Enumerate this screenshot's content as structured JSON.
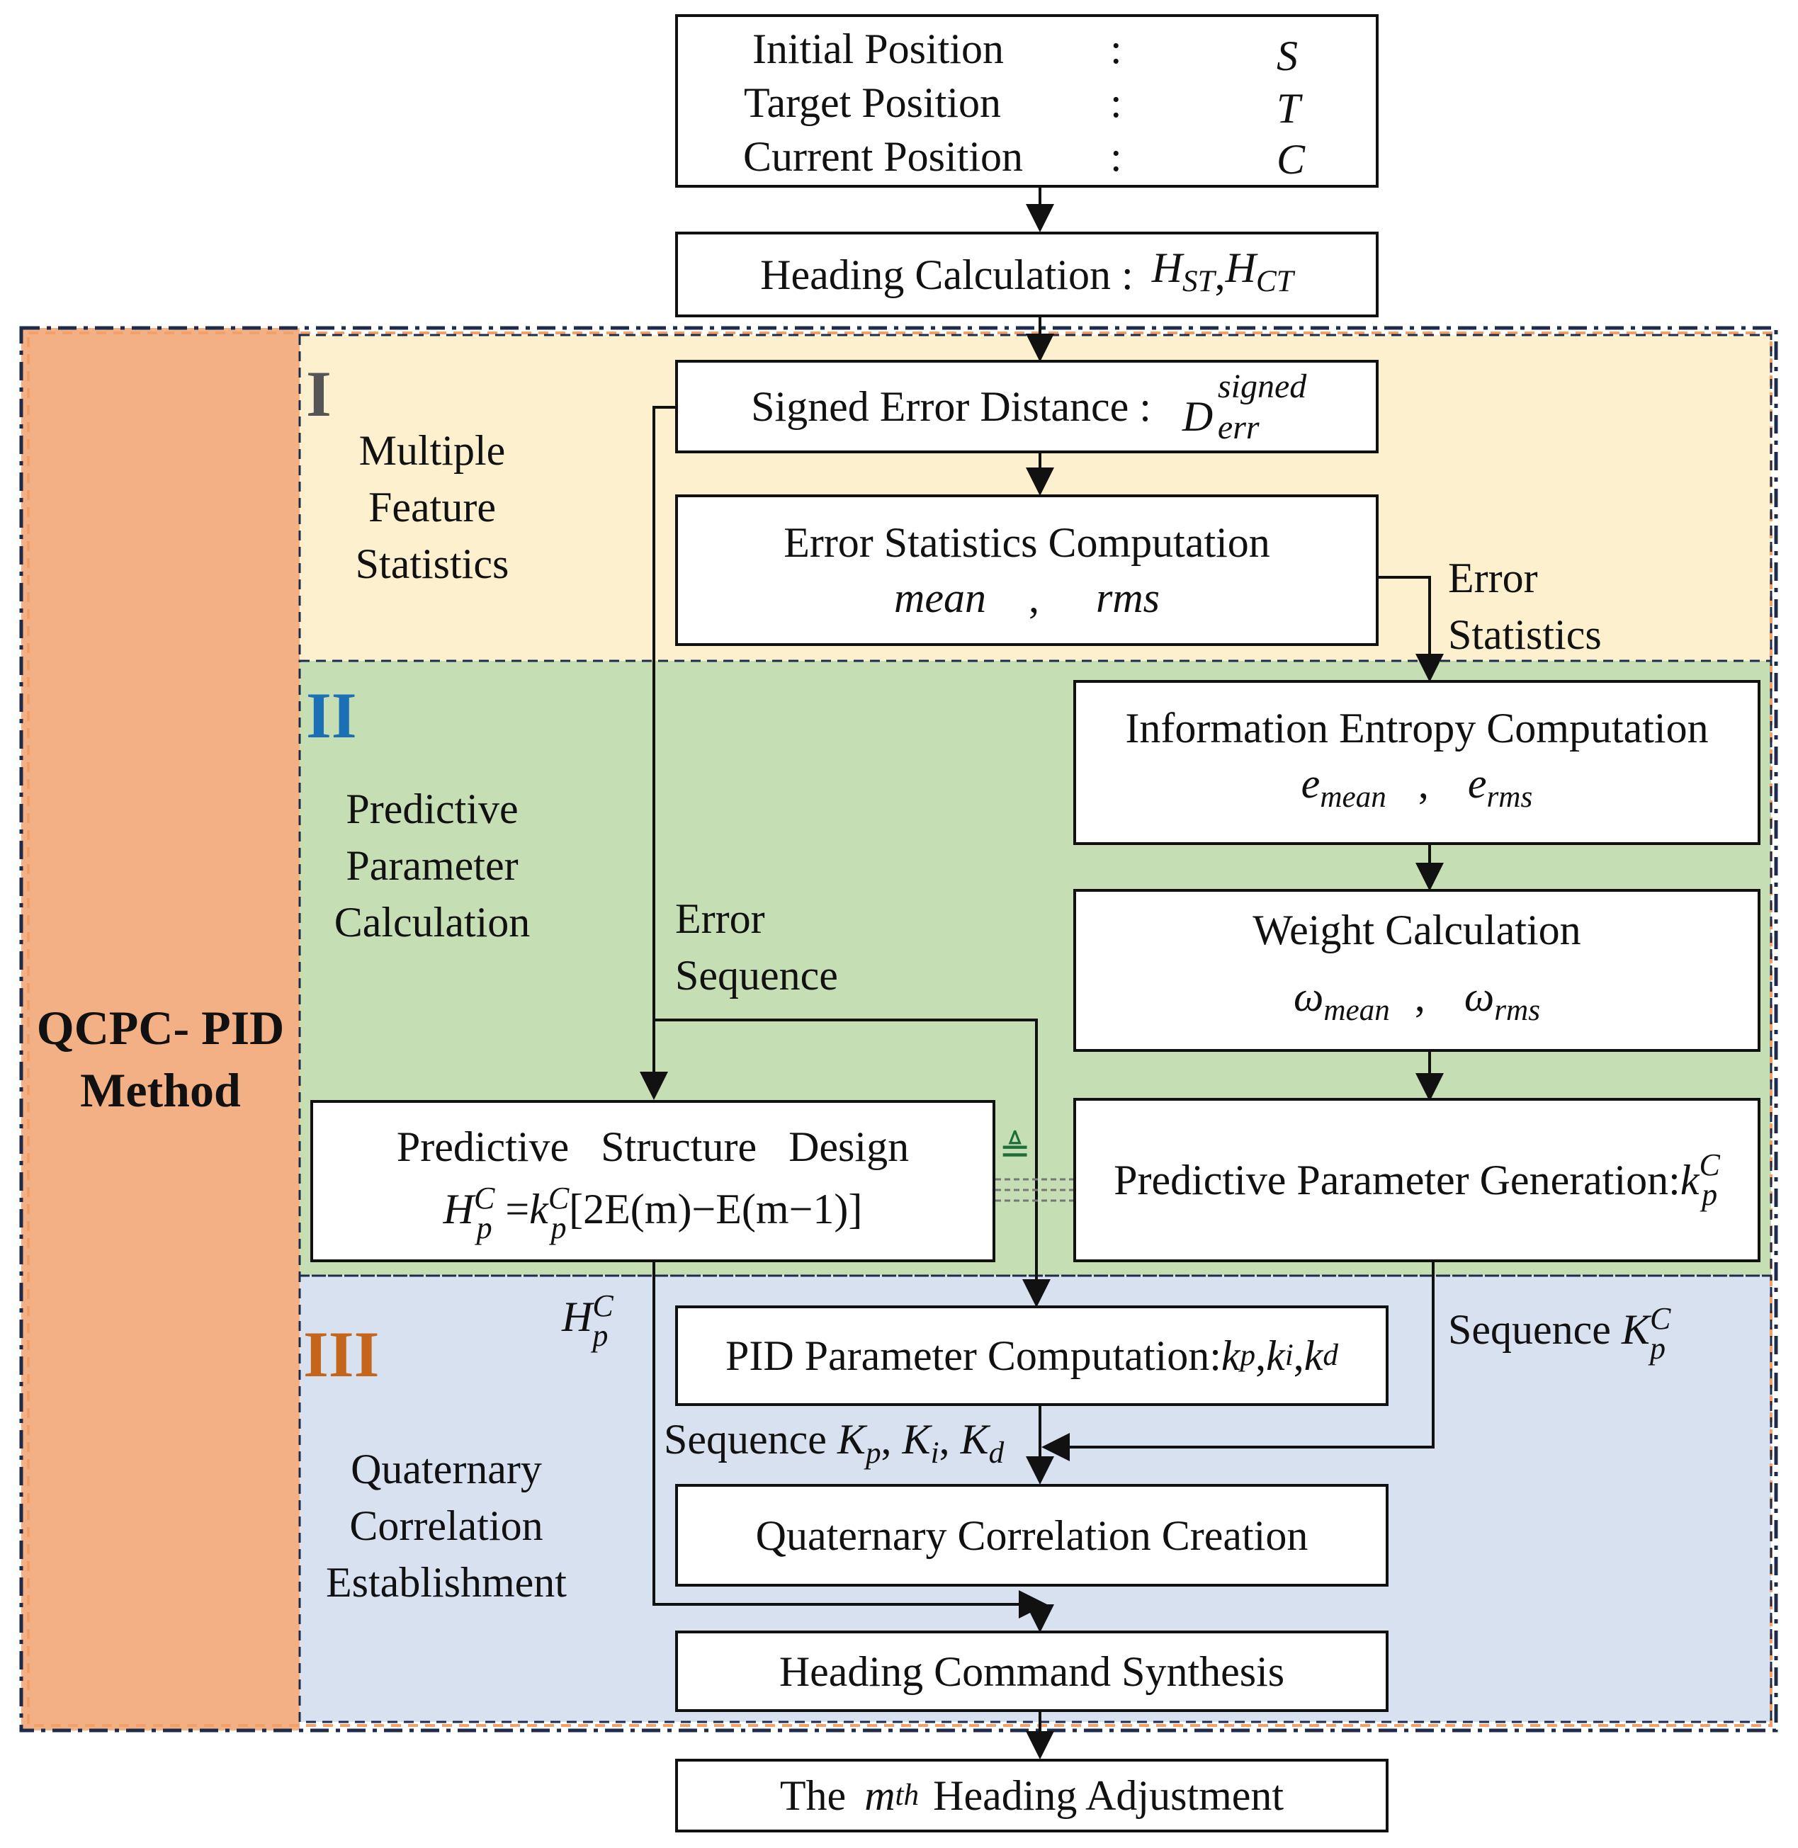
{
  "inputs": {
    "rows": [
      {
        "label": "Initial Position",
        "colon": ":",
        "symbol": "S"
      },
      {
        "label": "Target Position",
        "colon": ":",
        "symbol": "T"
      },
      {
        "label": "Current Position",
        "colon": ":",
        "symbol": "C"
      }
    ]
  },
  "heading_calc": {
    "label": "Heading Calculation :",
    "h1": "H",
    "h1_sub": "ST",
    "comma": ",",
    "h2": "H",
    "h2_sub": "CT"
  },
  "method": {
    "line1": "QCPC- PID",
    "line2": "Method"
  },
  "stage1": {
    "numeral": "I",
    "title": [
      "Multiple",
      "Feature",
      "Statistics"
    ],
    "signed_error": {
      "label": "Signed Error Distance :",
      "symbol": "D",
      "sup": "signed",
      "sub": "err"
    },
    "error_stats": {
      "title": "Error Statistics Computation",
      "mean": "mean",
      "sep": ",",
      "rms": "rms"
    },
    "error_stats_label": [
      "Error",
      "Statistics"
    ]
  },
  "stage2": {
    "numeral": "II",
    "title": [
      "Predictive",
      "Parameter",
      "Calculation"
    ],
    "error_sequence_label": [
      "Error",
      "Sequence"
    ],
    "entropy": {
      "title": "Information Entropy Computation",
      "e1": "e",
      "e1_sub": "mean",
      "sep": ",",
      "e2": "e",
      "e2_sub": "rms"
    },
    "weight": {
      "title": "Weight Calculation",
      "w1": "ω",
      "w1_sub": "mean",
      "sep": ",",
      "w2": "ω",
      "w2_sub": "rms"
    },
    "structure": {
      "title": "Predictive   Structure   Design",
      "lhs": "H",
      "lhs_sub": "p",
      "lhs_sup": "C",
      "eq": "=",
      "k": "k",
      "k_sub": "p",
      "k_sup": "C",
      "rhs": "[2E(m)−E(m−1)]"
    },
    "generation": {
      "label": "Predictive Parameter Generation:",
      "k": "k",
      "k_sub": "p",
      "k_sup": "C"
    },
    "connector_glyph": "≜"
  },
  "stage3": {
    "numeral": "III",
    "title": [
      "Quaternary",
      "Correlation",
      "Establishment"
    ],
    "hp_label": {
      "h": "H",
      "sub": "p",
      "sup": "C"
    },
    "pid": {
      "label": "PID Parameter Computation:",
      "k1": "k",
      "k1_sub": "p",
      "k2": "k",
      "k2_sub": "i",
      "k3": "k",
      "k3_sub": "d",
      "comma": ","
    },
    "seq_kp_label": {
      "text": "Sequence",
      "k": "K",
      "sub": "p",
      "sup": "C"
    },
    "seq_K_label": {
      "text": "Sequence",
      "k1": "K",
      "k1_sub": "p",
      "k2": "K",
      "k2_sub": "i",
      "k3": "K",
      "k3_sub": "d",
      "comma": ","
    },
    "quaternary": {
      "label": "Quaternary Correlation Creation"
    },
    "synthesis": {
      "label": "Heading Command Synthesis"
    }
  },
  "output": {
    "pre": "The",
    "m": "m",
    "sup": "th",
    "post": "Heading Adjustment"
  },
  "colors": {
    "method_band": "#f2b084",
    "stage1_bg": "#fdf0cf",
    "stage2_bg": "#c5deb4",
    "stage3_bg": "#d8e1f0",
    "numeral1": "#555555",
    "numeral2": "#1a6fb5",
    "numeral3": "#c4651b",
    "border_dash": "#1f2b4a",
    "outer_dash": "#f2a06a"
  }
}
